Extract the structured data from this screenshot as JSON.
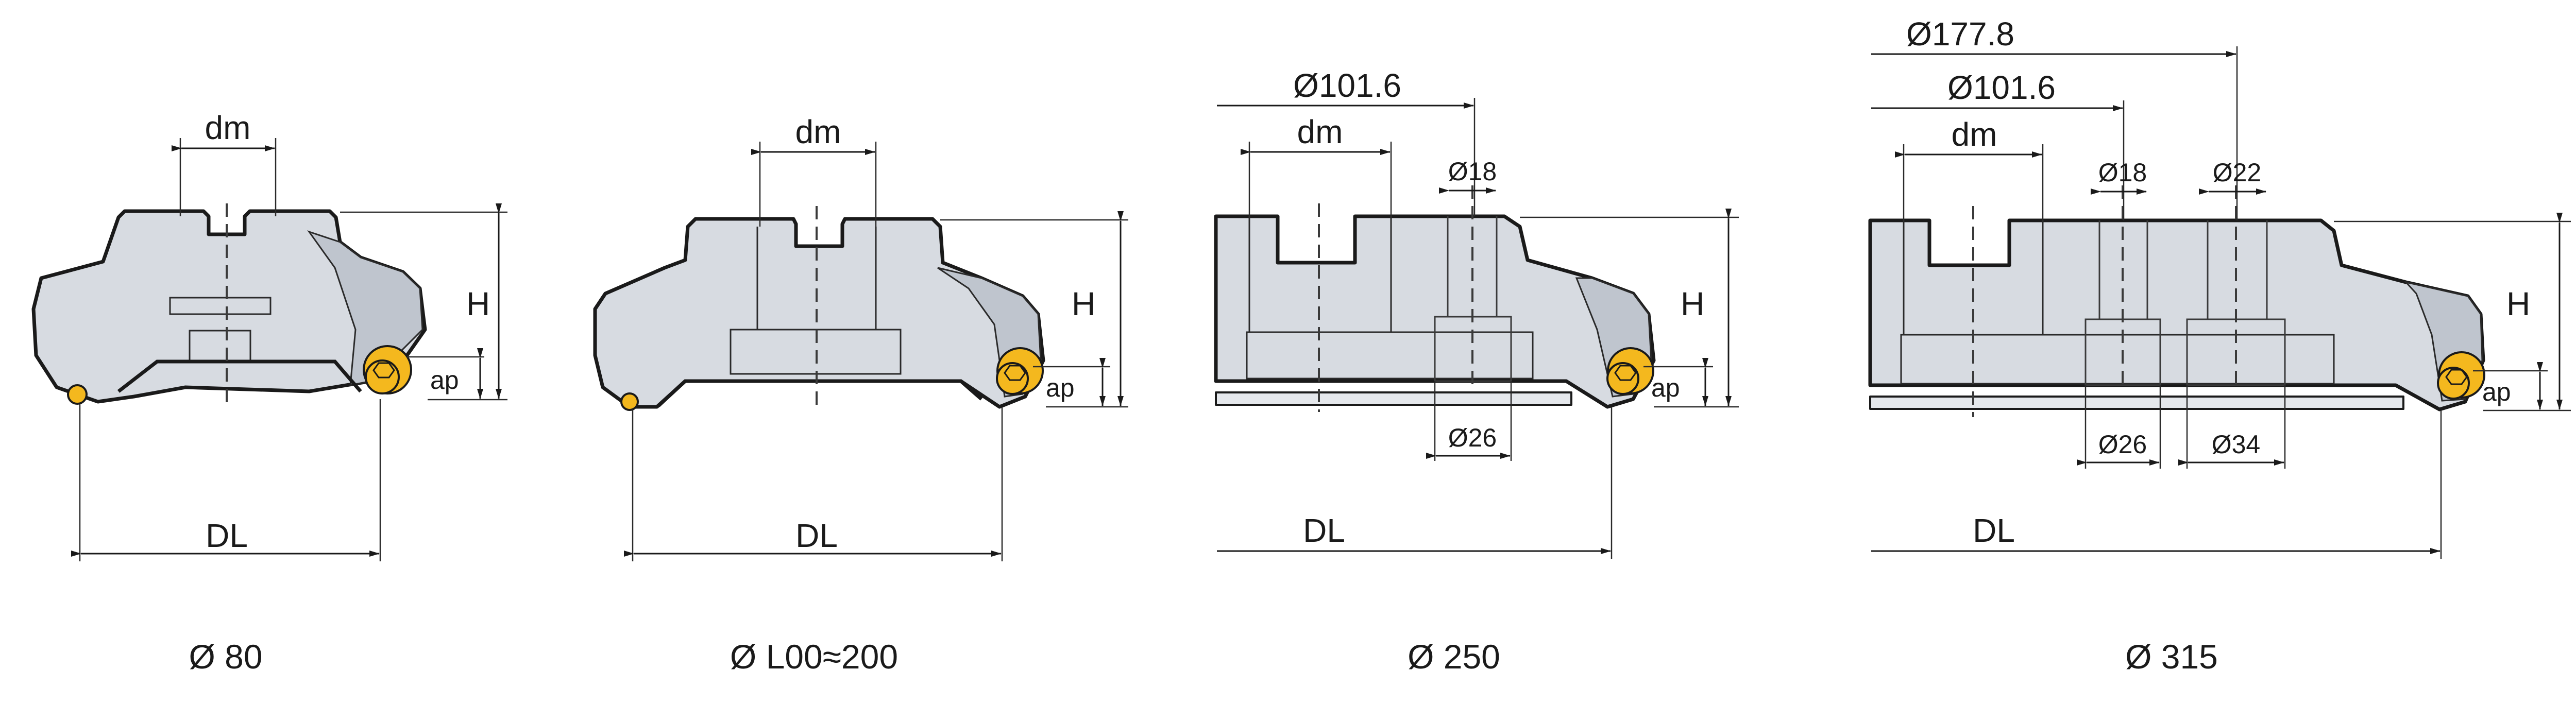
{
  "colors": {
    "body": "#d7dbe1",
    "insert": "#f4b81e",
    "line": "#1a1a1a"
  },
  "cutters": [
    {
      "caption": "Ø 80",
      "labels": {
        "dm": "dm",
        "H": "H",
        "ap": "ap",
        "DL": "DL"
      }
    },
    {
      "caption": "Ø L00≈200",
      "labels": {
        "dm": "dm",
        "H": "H",
        "ap": "ap",
        "DL": "DL"
      }
    },
    {
      "caption": "Ø 250",
      "labels": {
        "dm": "dm",
        "H": "H",
        "ap": "ap",
        "DL": "DL",
        "d_outer": "Ø101.6",
        "d_top": "Ø18",
        "d_bottom": "Ø26"
      }
    },
    {
      "caption": "Ø 315",
      "labels": {
        "dm": "dm",
        "H": "H",
        "ap": "ap",
        "DL": "DL",
        "d_outer": "Ø177.8",
        "d_mid": "Ø101.6",
        "d_top1": "Ø18",
        "d_top2": "Ø22",
        "d_bottom1": "Ø26",
        "d_bottom2": "Ø34"
      }
    }
  ]
}
